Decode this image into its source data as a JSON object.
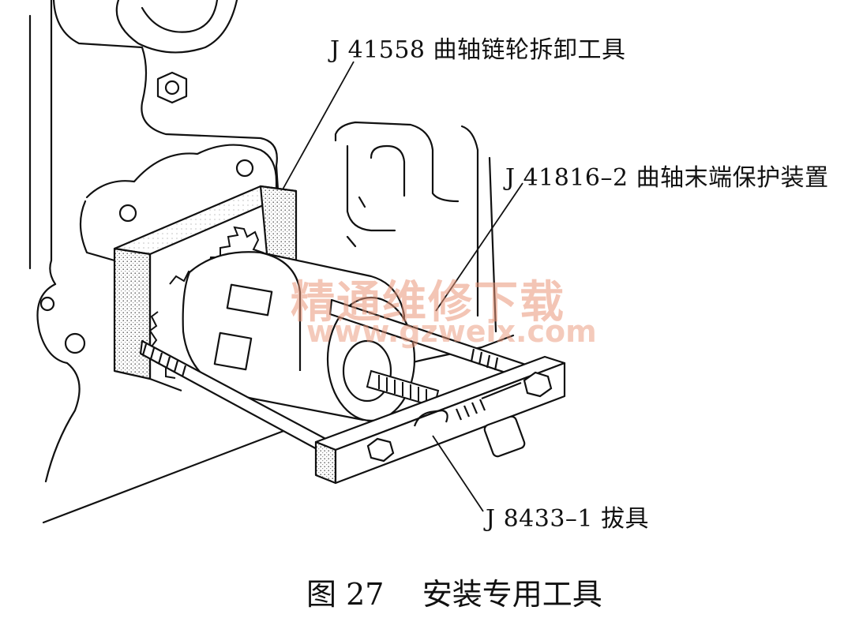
{
  "figure": {
    "labels": {
      "remover": "J 41558 曲轴链轮拆卸工具",
      "protector": "J 41816–2 曲轴末端保护装置",
      "puller": "J 8433–1 拔具"
    },
    "caption": "图 27    安装专用工具"
  },
  "watermark": {
    "text_cn": "精通维修下载",
    "url": "www.gzweix.com"
  }
}
